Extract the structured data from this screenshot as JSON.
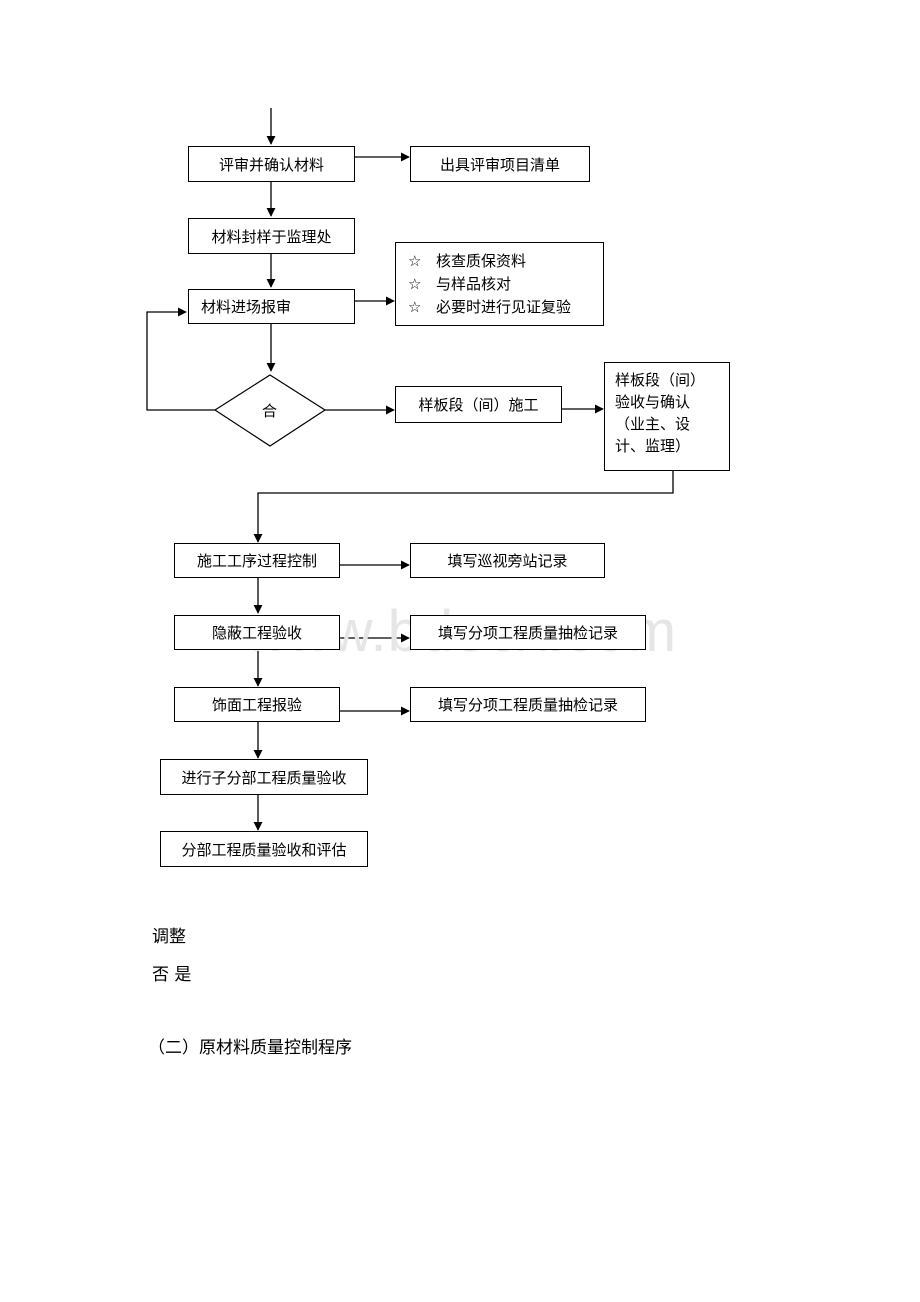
{
  "flowchart": {
    "review_confirm": "评审并确认材料",
    "issue_list": "出具评审项目清单",
    "seal_samples": "材料封样于监理处",
    "entry_report": "材料进场报审",
    "checklist": [
      "核查质保资料",
      "与样品核对",
      "必要时进行见证复验"
    ],
    "checklist_symbol": "☆",
    "decision": "合",
    "sample_construction": "样板段（间）施工",
    "sample_acceptance": "样板段（间）验收与确认（业主、设计、监理）",
    "process_control": "施工工序过程控制",
    "patrol_record": "填写巡视旁站记录",
    "concealed_acceptance": "隐蔽工程验收",
    "sampling_record_1": "填写分项工程质量抽检记录",
    "finish_inspection": "饰面工程报验",
    "sampling_record_2": "填写分项工程质量抽检记录",
    "sub_division_acceptance": "进行子分部工程质量验收",
    "division_acceptance": "分部工程质量验收和评估"
  },
  "labels": {
    "adjust": "调整",
    "no_yes": "否 是"
  },
  "section_heading": "（二）原材料质量控制程序",
  "watermark": "www.bdocx.com"
}
